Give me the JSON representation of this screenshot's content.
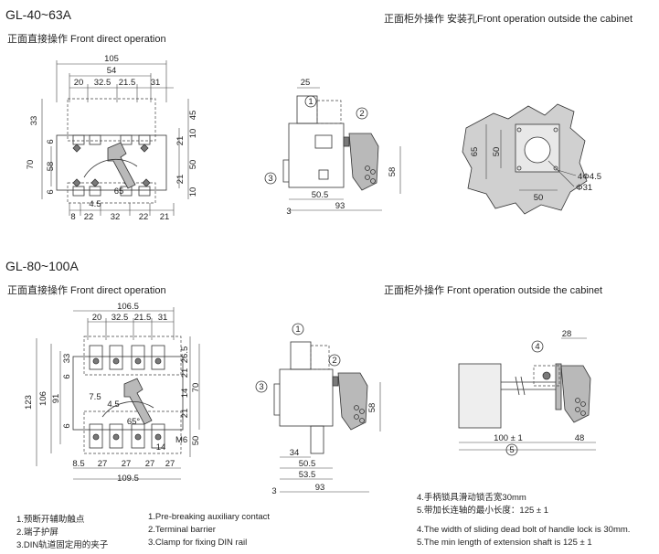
{
  "sections": [
    {
      "model": "GL-40~63A",
      "left_caption": "正面直接操作 Front direct operation",
      "right_caption": "正面柜外操作 安装孔Front operation outside the cabinet",
      "front_dims": {
        "top": [
          "105",
          "54",
          "20",
          "32.5",
          "21.5",
          "31"
        ],
        "left": [
          "33",
          "70",
          "58",
          "6",
          "6"
        ],
        "right": [
          "45",
          "21",
          "50",
          "21",
          "10",
          "10"
        ],
        "bottom": [
          "8",
          "22",
          "32",
          "22",
          "21"
        ],
        "inner": [
          "65",
          "4.5"
        ]
      },
      "side_dims": [
        "25",
        "58",
        "50.5",
        "93",
        "3"
      ],
      "side_callouts": [
        "1",
        "2",
        "3"
      ],
      "hole_dims": [
        "65",
        "50",
        "50",
        "4Φ4.5",
        "Φ31"
      ]
    },
    {
      "model": "GL-80~100A",
      "left_caption": "正面直接操作 Front direct operation",
      "right_caption": "正面柜外操作 Front operation outside the cabinet",
      "front_dims": {
        "top": [
          "106.5",
          "20",
          "32.5",
          "21.5",
          "31"
        ],
        "left": [
          "123",
          "106",
          "91",
          "33",
          "6",
          "6"
        ],
        "right": [
          "26.5",
          "21",
          "14",
          "70",
          "21",
          "50"
        ],
        "bottom": [
          "8.5",
          "27",
          "27",
          "27",
          "27",
          "109.5"
        ],
        "inner": [
          "7.5",
          "4.5",
          "65°",
          "M6",
          "14"
        ]
      },
      "side_dims": [
        "58",
        "34",
        "50.5",
        "53.5",
        "93",
        "3"
      ],
      "side_callouts": [
        "1",
        "2",
        "3"
      ],
      "ext_dims": [
        "28",
        "100 ± 1",
        "48"
      ],
      "ext_callouts": [
        "4",
        "5"
      ]
    }
  ],
  "notes_cn": [
    "1.预断开辅助触点",
    "2.端子护屏",
    "3.DIN轨道固定用的夹子"
  ],
  "notes_en": [
    "1.Pre-breaking auxiliary contact",
    "2.Terminal barrier",
    "3.Clamp for fixing DIN rail"
  ],
  "notes_right_cn": [
    "4.手柄锁具滑动锁舌宽30mm",
    "5.带加长连轴的最小长度：125 ± 1"
  ],
  "notes_right_en": [
    "4.The width of sliding dead bolt of handle lock is 30mm.",
    "5.The min length of extension shaft is 125 ± 1"
  ]
}
